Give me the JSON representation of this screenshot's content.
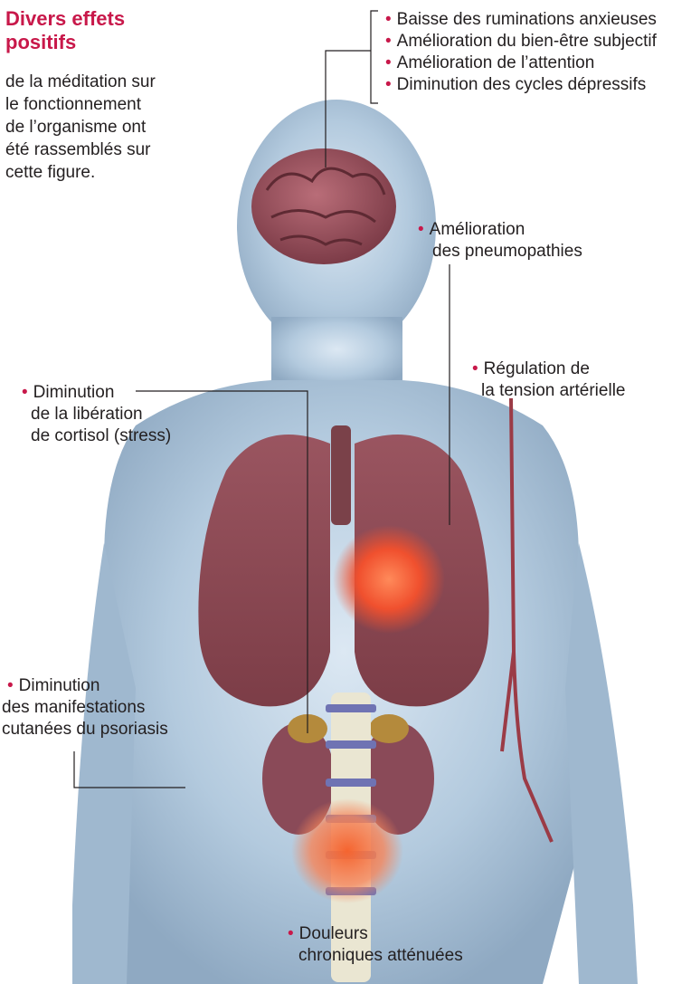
{
  "intro": {
    "title_lines": [
      "Divers effets",
      "positifs"
    ],
    "body_lines": [
      "de la méditation sur",
      "le fonctionnement",
      "de l’organisme ont",
      "été rassemblés sur",
      "cette figure."
    ]
  },
  "labels": {
    "brain": [
      "Baisse des ruminations anxieuses",
      "Amélioration du bien-être subjectif",
      "Amélioration de l’attention",
      "Diminution des cycles dépressifs"
    ],
    "lungs": [
      "Amélioration",
      "des pneumopathies"
    ],
    "cortisol": [
      "Diminution",
      "de la libération",
      "de cortisol (stress)"
    ],
    "blood_pressure": [
      "Régulation de",
      "la tension artérielle"
    ],
    "psoriasis": [
      "Diminution",
      "des manifestations",
      "cutanées du psoriasis"
    ],
    "pain": [
      "Douleurs",
      "chroniques atténuées"
    ]
  },
  "colors": {
    "accent": "#c8184a",
    "text": "#231f20",
    "body": "#a9c3da",
    "organ": "#8a4550"
  }
}
